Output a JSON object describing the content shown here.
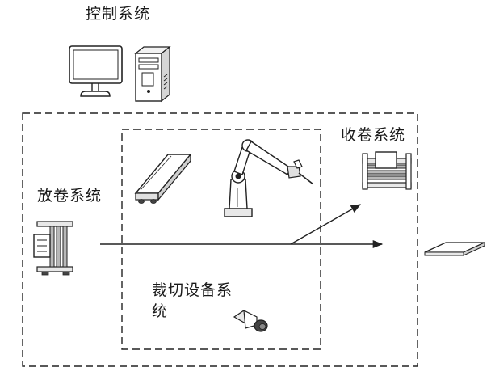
{
  "labels": {
    "control_system": "控制系统",
    "unwind_system": "放卷系统",
    "rewind_system": "收卷系统",
    "cutting_system_line1": "裁切设备系",
    "cutting_system_line2": "统"
  },
  "icons": {
    "control": [
      "monitor-icon",
      "pc-tower-icon"
    ],
    "unwind": "unwind-roller-icon",
    "rewind": "rewind-roller-icon",
    "cutting": [
      "conveyor-platform-icon",
      "robot-arm-icon",
      "camera-icon"
    ],
    "output": "cut-sheet-icon"
  },
  "colors": {
    "stroke": "#222222",
    "fill_light": "#e8e8e8",
    "fill_mid": "#b8b8b8",
    "fill_dark": "#444444"
  }
}
